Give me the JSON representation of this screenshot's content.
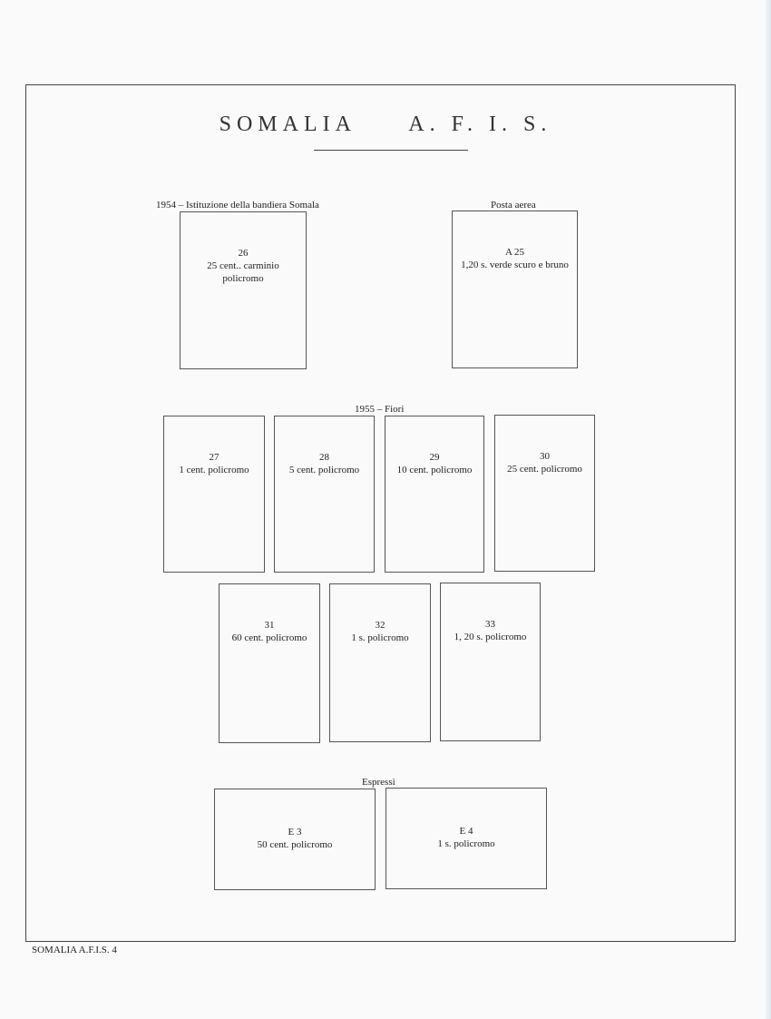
{
  "title": "SOMALIA     A. F. I. S.",
  "footer": "SOMALIA A.F.I.S. 4",
  "sections": {
    "bandiera": "1954 – Istituzione della bandiera Somala",
    "posta_aerea": "Posta aerea",
    "fiori": "1955 – Fiori",
    "espressi": "Espressi"
  },
  "stamps": [
    {
      "num": "26",
      "desc": "25 cent.. carminio",
      "desc2": "policromo"
    },
    {
      "num": "A  25",
      "desc": "1,20  s. verde scuro e bruno"
    },
    {
      "num": "27",
      "desc": "1 cent. policromo"
    },
    {
      "num": "28",
      "desc": "5 cent. policromo"
    },
    {
      "num": "29",
      "desc": "10 cent. policromo"
    },
    {
      "num": "30",
      "desc": "25 cent. policromo"
    },
    {
      "num": "31",
      "desc": "60 cent. policromo"
    },
    {
      "num": "32",
      "desc": "1 s. policromo"
    },
    {
      "num": "33",
      "desc": "1, 20  s.  policromo"
    },
    {
      "num": "E  3",
      "desc": "50 cent. policromo"
    },
    {
      "num": "E  4",
      "desc": "1 s. policromo"
    }
  ]
}
